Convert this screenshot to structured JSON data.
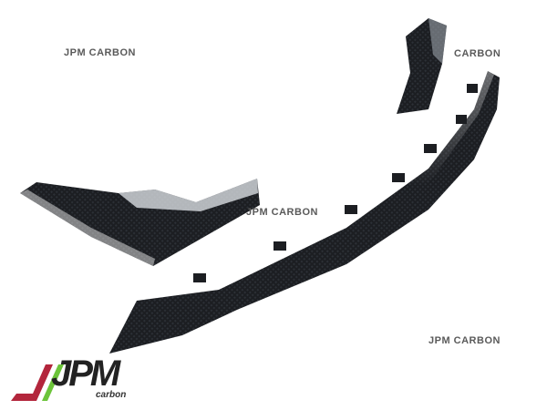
{
  "watermarks": [
    "JPM CARBON",
    "CARBON",
    "JPM CARBON",
    "JPM CARBON"
  ],
  "logo": {
    "main": "JPM",
    "sub": "carbon"
  },
  "colors": {
    "carbon": "#1c1e22",
    "logo_red": "#b3263c",
    "logo_green": "#6cc43a"
  }
}
